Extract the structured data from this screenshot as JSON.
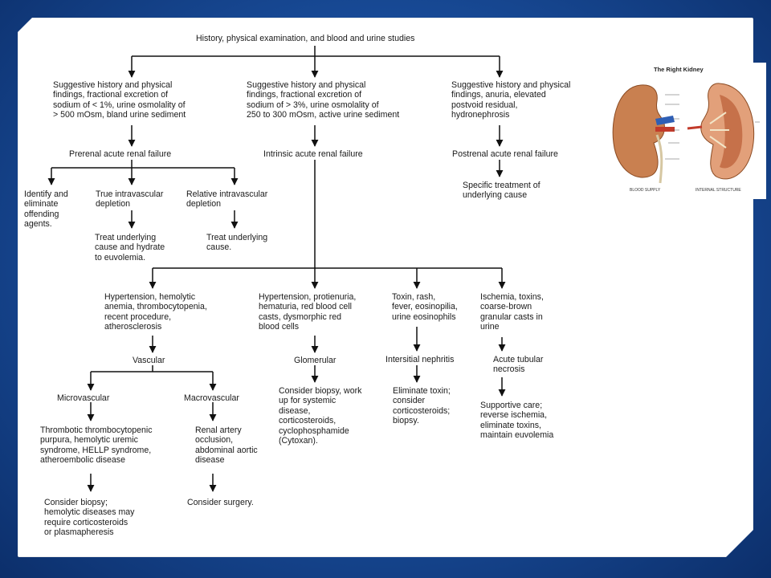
{
  "title": "History, physical examination, and blood and urine studies",
  "branches": {
    "prerenal_criteria": "Suggestive history and physical\nfindings, fractional excretion of\nsodium of < 1%, urine osmolality of\n> 500 mOsm, bland urine sediment",
    "intrinsic_criteria": "Suggestive history and physical\nfindings, fractional excretion of\nsodium of > 3%, urine osmolality of\n250 to 300 mOsm, active urine sediment",
    "postrenal_criteria": "Suggestive history and physical\nfindings, anuria, elevated\npostvoid residual,\nhydronephrosis"
  },
  "prerenal": {
    "label": "Prerenal acute renal failure",
    "identify": "Identify and\neliminate\noffending\nagents.",
    "true_depletion": "True intravascular\ndepletion",
    "relative_depletion": "Relative intravascular\ndepletion",
    "treat_hydrate": "Treat underlying\ncause and hydrate\nto euvolemia.",
    "treat_cause": "Treat underlying\ncause."
  },
  "intrinsic": {
    "label": "Intrinsic acute renal failure",
    "vascular_criteria": "Hypertension, hemolytic\nanemia, thrombocytopenia,\nrecent procedure,\natherosclerosis",
    "vascular": "Vascular",
    "microvascular": "Microvascular",
    "macrovascular": "Macrovascular",
    "micro_dx": "Thrombotic thrombocytopenic\npurpura, hemolytic uremic\nsyndrome, HELLP syndrome,\natheroembolic disease",
    "macro_dx": "Renal artery\nocclusion,\nabdominal aortic\ndisease",
    "micro_tx": "Consider biopsy;\nhemolytic diseases may\nrequire corticosteroids\nor plasmapheresis",
    "macro_tx": "Consider surgery.",
    "glom_criteria": "Hypertension, protienuria,\nhematuria, red blood cell\ncasts, dysmorphic red\nblood cells",
    "glomerular": "Glomerular",
    "glom_tx": "Consider biopsy, work\nup for systemic\ndisease,\ncorticosteroids,\ncyclophosphamide\n(Cytoxan).",
    "in_criteria": "Toxin, rash,\nfever, eosinopilia,\nurine eosinophils",
    "interstitial": "Intersitial nephritis",
    "in_tx": "Eliminate toxin;\nconsider\ncorticosteroids;\nbiopsy.",
    "atn_criteria": "Ischemia, toxins,\ncoarse-brown\ngranular casts in\nurine",
    "atn": "Acute tubular\nnecrosis",
    "atn_tx": "Supportive care;\nreverse ischemia,\neliminate toxins,\nmaintain euvolemia"
  },
  "postrenal": {
    "label": "Postrenal acute renal failure",
    "tx": "Specific treatment of\nunderlying cause"
  },
  "figure": {
    "title": "The Right Kidney",
    "caption_left": "BLOOD SUPPLY",
    "caption_right": "INTERNAL STRUCTURE"
  }
}
